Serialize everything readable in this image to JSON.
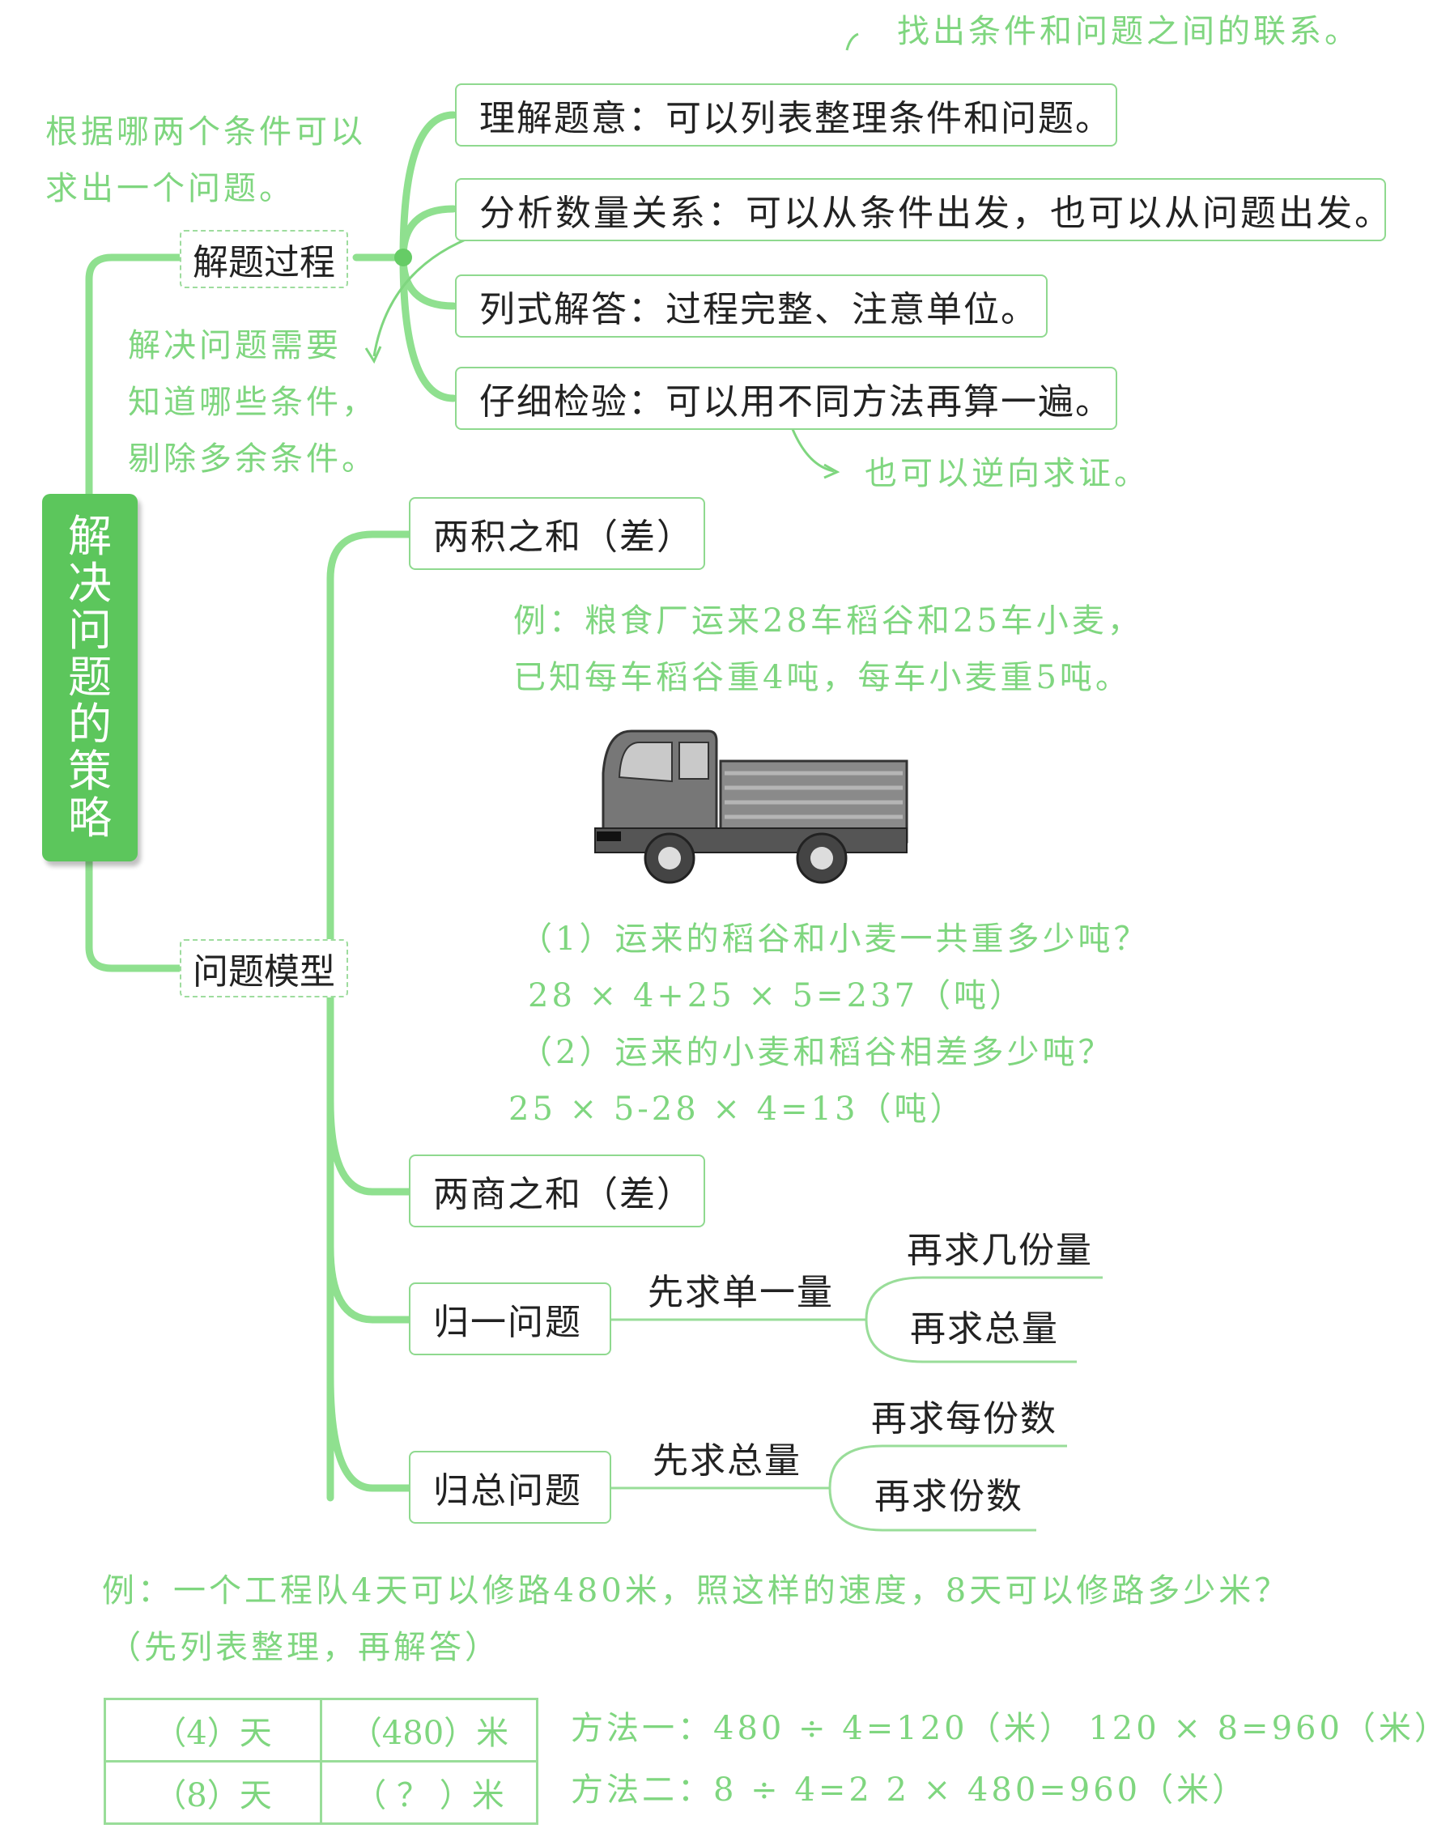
{
  "root": {
    "label": "解决问题的策略"
  },
  "process": {
    "label": "解题过程",
    "steps": [
      "理解题意：可以列表整理条件和问题。",
      "分析数量关系：可以从条件出发，也可以从问题出发。",
      "列式解答：过程完整、注意单位。",
      "仔细检验：可以用不同方法再算一遍。"
    ],
    "note_top": "找出条件和问题之间的联系。",
    "note_left": [
      "根据哪两个条件可以",
      "求出一个问题。"
    ],
    "note_mid": [
      "解决问题需要",
      "知道哪些条件，",
      "剔除多余条件。"
    ],
    "note_bottom": "也可以逆向求证。"
  },
  "models": {
    "label": "问题模型",
    "product": {
      "label": "两积之和（差）",
      "example": [
        "例：粮食厂运来28车稻谷和25车小麦，",
        "已知每车稻谷重4吨，每车小麦重5吨。"
      ],
      "q1": "（1）运来的稻谷和小麦一共重多少吨？",
      "a1": "28 × 4+25 × 5=237（吨）",
      "q2": "（2）运来的小麦和稻谷相差多少吨？",
      "a2": "25 × 5-28 × 4=13（吨）"
    },
    "quotient": {
      "label": "两商之和（差）"
    },
    "unify": {
      "label": "归一问题",
      "first": "先求单一量",
      "then": [
        "再求几份量",
        "再求总量"
      ]
    },
    "total": {
      "label": "归总问题",
      "first": "先求总量",
      "then": [
        "再求每份数",
        "再求份数"
      ]
    }
  },
  "example2": {
    "text": "例：一个工程队4天可以修路480米，照这样的速度，8天可以修路多少米？",
    "hint": "（先列表整理，再解答）",
    "table": [
      [
        "（4）天",
        "（480）米"
      ],
      [
        "（8）天",
        "（ ？ ）米"
      ]
    ],
    "method1": "方法一：480 ÷ 4=120（米）   120 × 8=960（米）",
    "method2": "方法二：8 ÷ 4=2   2 × 480=960（米）"
  },
  "colors": {
    "accent": "#5cc65c",
    "line": "#8fe08f",
    "note": "#7fd67f"
  }
}
